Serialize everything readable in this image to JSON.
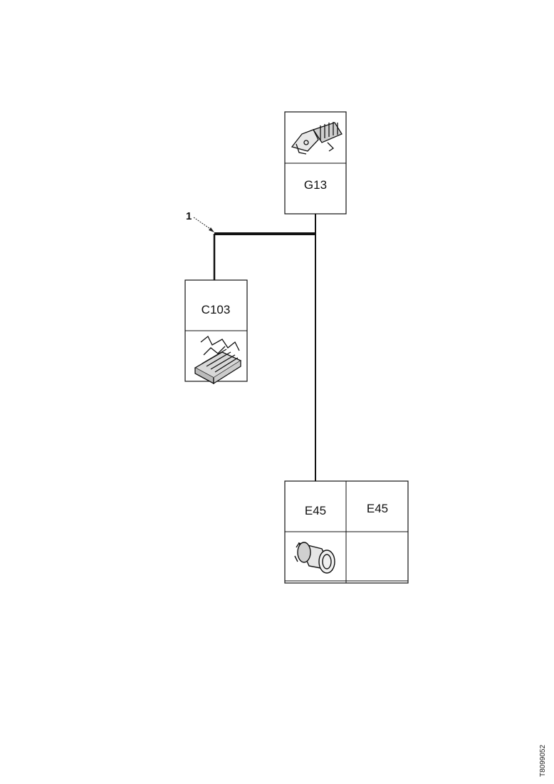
{
  "diagram": {
    "connectors": [
      {
        "id": "G13",
        "label": "G13",
        "icon": "connector-plug-icon"
      },
      {
        "id": "C103",
        "label": "C103",
        "icon": "connector-block-icon"
      },
      {
        "id": "E45-a",
        "label": "E45",
        "icon": "cylindrical-connector-icon"
      },
      {
        "id": "E45-b",
        "label": "E45"
      }
    ],
    "callouts": [
      {
        "label": "1"
      }
    ],
    "document_id": "T8099052"
  }
}
